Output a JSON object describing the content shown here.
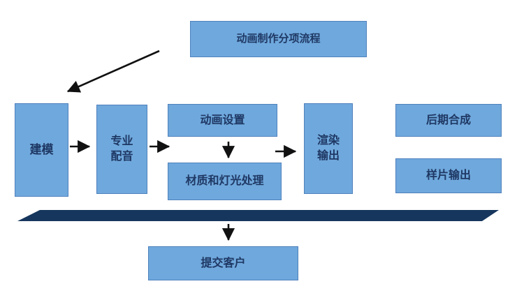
{
  "diagram": {
    "title": {
      "label": "动画制作分项流程"
    },
    "nodes": {
      "modeling": {
        "label": "建模"
      },
      "dubbing": {
        "line1": "专业",
        "line2": "配音"
      },
      "animation_setup": {
        "label": "动画设置"
      },
      "material_lighting": {
        "label": "材质和灯光处理"
      },
      "render_output": {
        "line1": "渲染",
        "line2": "输出"
      },
      "post_compositing": {
        "label": "后期合成"
      },
      "sample_output": {
        "label": "样片输出"
      },
      "submit_client": {
        "label": "提交客户"
      }
    },
    "colors": {
      "node_fill": "#6FA8DC",
      "node_border": "#4F81BD",
      "node_text": "#1F3864",
      "shadow": "#9a9a9a",
      "bar_fill": "#16365D",
      "arrow": "#111111"
    }
  }
}
